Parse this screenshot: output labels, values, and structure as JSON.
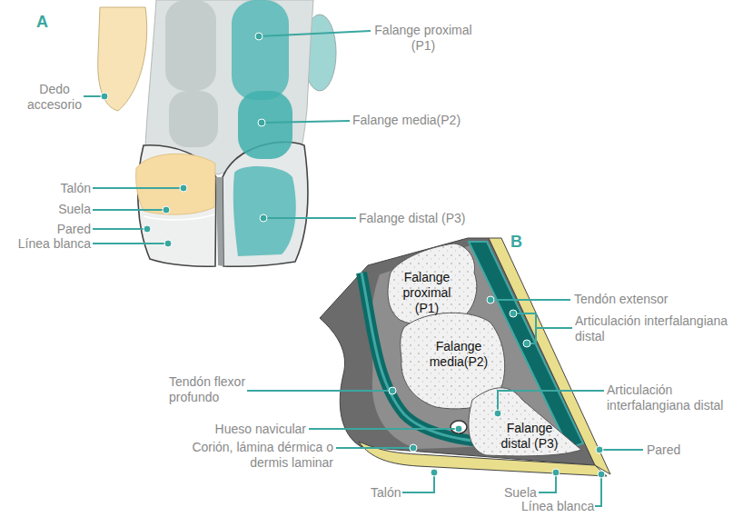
{
  "diagram": {
    "labels": [
      "A",
      "Falange proximal (P1)",
      "Dedo accesorio",
      "Falange media(P2)",
      "Talón",
      "Suela",
      "Pared",
      "Línea blanca",
      "Falange distal (P3)",
      "B",
      "Falange proximal (P1)",
      "Tendón extensor",
      "Articulación interfalangiana distal",
      "Falange media(P2)",
      "Tendón flexor profundo",
      "Articulación interfalangiana distal",
      "Hueso navicular",
      "Falange distal (P3)",
      "Pared",
      "Corión, lámina dérmica o dermis laminar",
      "Talón",
      "Suela",
      "Línea blanca"
    ]
  }
}
